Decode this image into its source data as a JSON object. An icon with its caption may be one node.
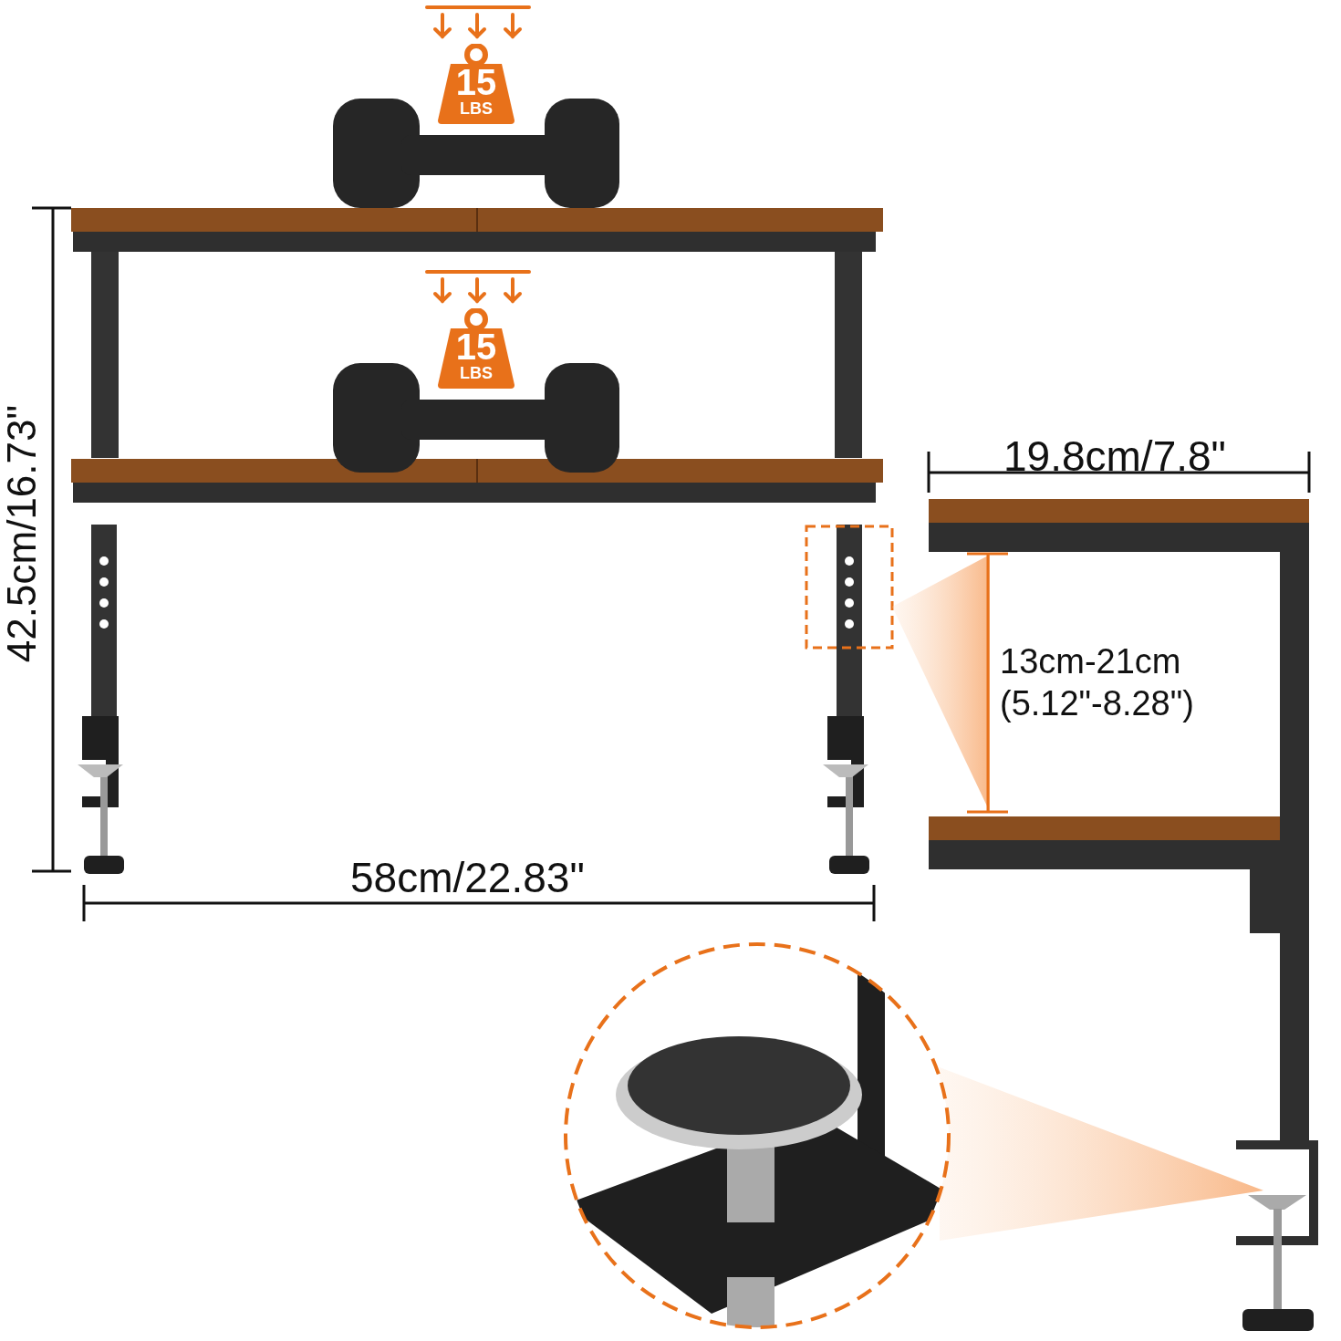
{
  "diagram": {
    "nodes": [
      {
        "text": [
          "15",
          "LBS"
        ]
      },
      {
        "text": [
          "15",
          "LBS"
        ]
      }
    ],
    "labels": [
      "42.5cm/16.73\"",
      "58cm/22.83\"",
      "19.8cm/7.8\"",
      "13cm-21cm (5.12\"-8.28\")"
    ]
  }
}
